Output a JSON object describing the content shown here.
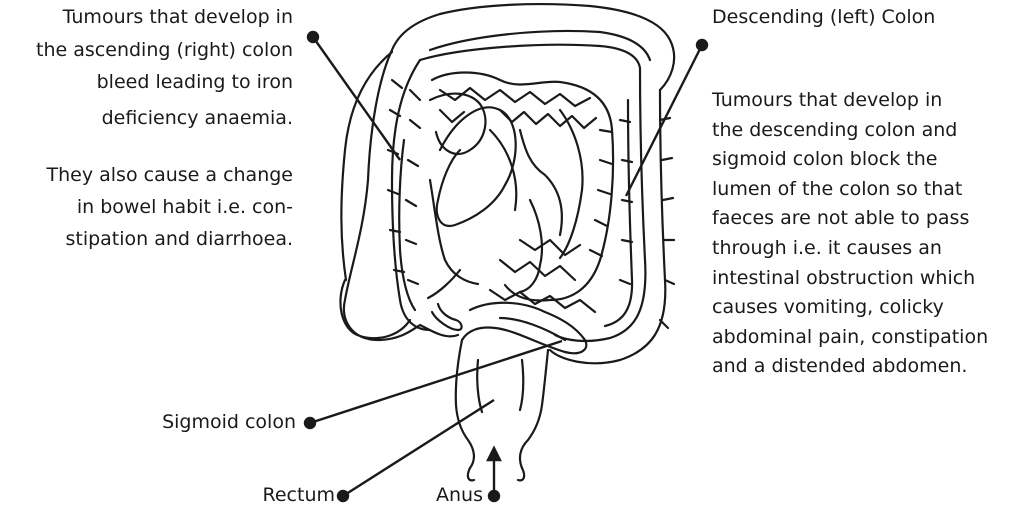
{
  "annotations": {
    "ascending_colon": [
      "Tumours that develop in",
      "the ascending (right) colon",
      "bleed leading to iron",
      "deficiency anaemia."
    ],
    "bowel_habit": [
      "They also cause a change",
      "in bowel habit i.e. con-",
      "stipation and diarrhoea."
    ],
    "descending_colon_label": "Descending (left) Colon",
    "descending_colon_desc": [
      "Tumours that develop in",
      "the descending colon and",
      "sigmoid colon block the",
      "lumen of the colon so that",
      "faeces are not able to pass",
      "through i.e. it causes an",
      "intestinal obstruction which",
      "causes vomiting, colicky",
      "abdominal pain, constipation",
      "and a distended abdomen."
    ],
    "sigmoid_colon": "Sigmoid colon",
    "rectum": "Rectum",
    "anus": "Anus"
  },
  "colors": {
    "ink": "#1a1a1a",
    "background": "#ffffff"
  }
}
